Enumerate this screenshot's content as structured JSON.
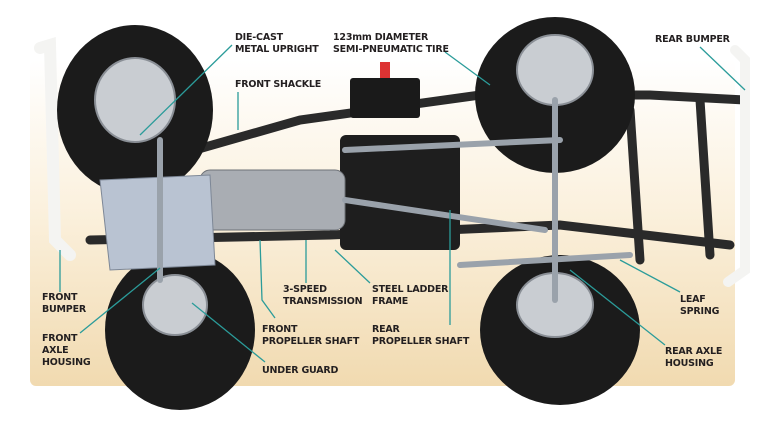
{
  "labels": {
    "die_cast": [
      "DIE-CAST",
      "METAL UPRIGHT"
    ],
    "front_shackle": "FRONT SHACKLE",
    "tire": [
      "123mm DIAMETER",
      "SEMI-PNEUMATIC TIRE"
    ],
    "rear_bumper": "REAR BUMPER",
    "front_bumper": [
      "FRONT",
      "BUMPER"
    ],
    "front_axle": [
      "FRONT",
      "AXLE",
      "HOUSING"
    ],
    "transmission": [
      "3-SPEED",
      "TRANSMISSION"
    ],
    "ladder_frame": [
      "STEEL LADDER",
      "FRAME"
    ],
    "front_prop": [
      "FRONT",
      "PROPELLER SHAFT"
    ],
    "rear_prop": [
      "REAR",
      "PROPELLER SHAFT"
    ],
    "under_guard": "UNDER GUARD",
    "leaf_spring": [
      "LEAF",
      "SPRING"
    ],
    "rear_axle": [
      "REAR AXLE",
      "HOUSING"
    ]
  },
  "colors": {
    "leader": "#2b9c9a",
    "text": "#231f20",
    "panel": "#f1dab0"
  }
}
